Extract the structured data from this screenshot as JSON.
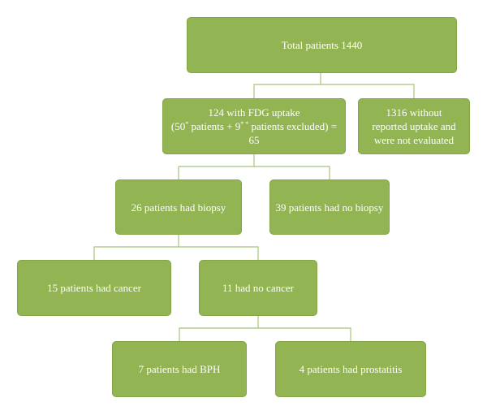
{
  "nodes": {
    "total": {
      "label": "Total patients 1440"
    },
    "uptake": {
      "line1": "124 with FDG uptake",
      "line2_a": "(50",
      "line2_sup1": "*",
      "line2_b": " patients + 9",
      "line2_sup2": "* *",
      "line2_c": " patients excluded) = 65"
    },
    "no_uptake": {
      "line1": "1316 without",
      "line2": "reported uptake and",
      "line3": "were not evaluated"
    },
    "biopsy": {
      "label": "26 patients had biopsy"
    },
    "no_biopsy": {
      "label": "39 patients had no biopsy"
    },
    "cancer": {
      "label": "15 patients had cancer"
    },
    "no_cancer": {
      "label": "11 had no cancer"
    },
    "bph": {
      "label": "7 patients had BPH"
    },
    "prostatitis": {
      "label": "4 patients had prostatitis"
    }
  },
  "colors": {
    "box_fill": "#92b453",
    "box_border": "#84a547",
    "connector": "#a8c47a",
    "text": "#ffffff"
  }
}
